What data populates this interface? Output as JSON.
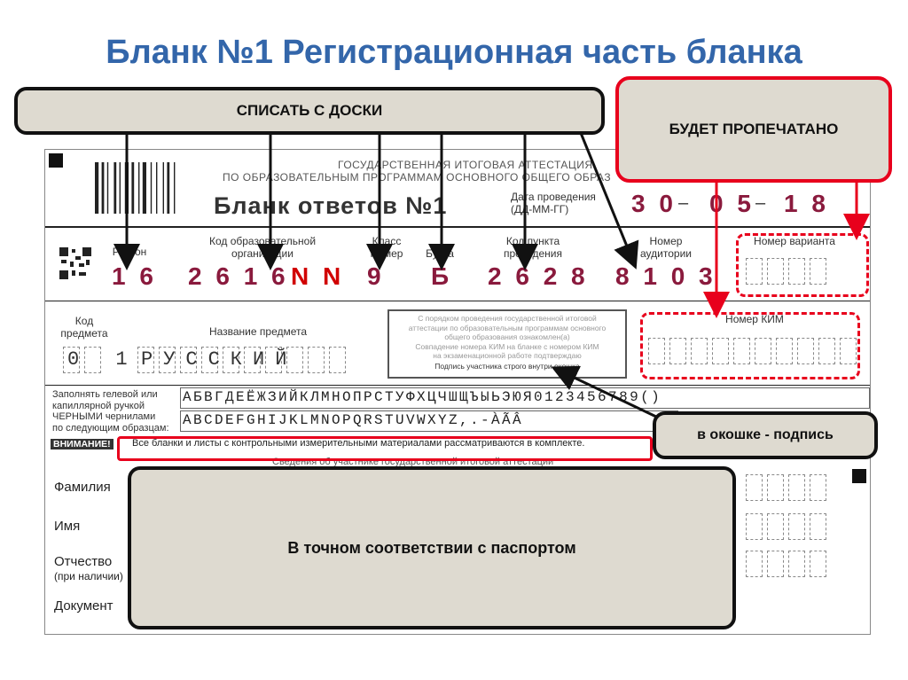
{
  "title": "Бланк №1 Регистрационная часть бланка",
  "callouts": {
    "copy_from_board": "СПИСАТЬ С ДОСКИ",
    "will_be_printed": "БУДЕТ ПРОПЕЧАТАНО",
    "signature_window": "в окошке - подпись",
    "passport": "В  точном соответствии с паспортом"
  },
  "form": {
    "header_line1": "ГОСУДАРСТВЕННАЯ ИТОГОВАЯ АТТЕСТАЦИЯ",
    "header_line2": "ПО ОБРАЗОВАТЕЛЬНЫМ ПРОГРАММАМ ОСНОВНОГО ОБЩЕГО ОБРАЗ",
    "form_title": "Бланк ответов №1",
    "date_label": "Дата проведения\n(ДД-ММ-ГГ)",
    "date_day": "3 0",
    "date_month": "0 5",
    "date_year": "1 8",
    "date_sep": "–",
    "labels": {
      "region": "Регион",
      "org_code": "Код образовательной\nорганизации",
      "class_number": "Класс\nНомер",
      "class_letter": "Буква",
      "point_code": "Код пункта\nпроведения",
      "auditorium": "Номер\nаудитории",
      "variant": "Номер варианта",
      "subject_code": "Код\nпредмета",
      "subject_name": "Название предмета",
      "kim_number": "Номер КИМ"
    },
    "values": {
      "region": "1 6",
      "org_code_digits": "2 6 1 6",
      "org_code_letters": "N N",
      "class_number": "9",
      "class_letter": "Б",
      "point_code": "2 6 2 8",
      "auditorium": "8 1 0 3",
      "subject_code": "0 1",
      "subject_name": "РУССКИЙ"
    },
    "notice": "С порядком проведения государственной итоговой\nаттестации по образовательным программам основного\nобщего образования ознакомлен(а)\nСовпадение номера КИМ на бланке с номером КИМ\nна экзаменационной работе подтверждаю",
    "notice_sign": "Подпись участника строго внутри окошка",
    "sample_text": "Заполнять гелевой или\nкапиллярной ручкой\nЧЕРНЫМИ чернилами\nпо следующим образцам:",
    "alphabet_ru": "АБВГДЕЁЖЗИЙКЛМНОПРСТУФХЦЧШЩЪЫЬЭЮЯ0123456789()",
    "alphabet_lat": "ABCDEFGHIJKLMNOPQRSTUVWXYZ,.-ÀÃÂ",
    "attention_label": "ВНИМАНИЕ!",
    "attention_text": "Все бланки и листы с контрольными измерительными материалами рассматриваются в комплекте.",
    "participant_header": "Сведения об участнике государственной итоговой аттестации",
    "surname": "Фамилия",
    "name": "Имя",
    "patronymic": "Отчество",
    "patronymic_note": "(при наличии)",
    "document": "Документ"
  }
}
